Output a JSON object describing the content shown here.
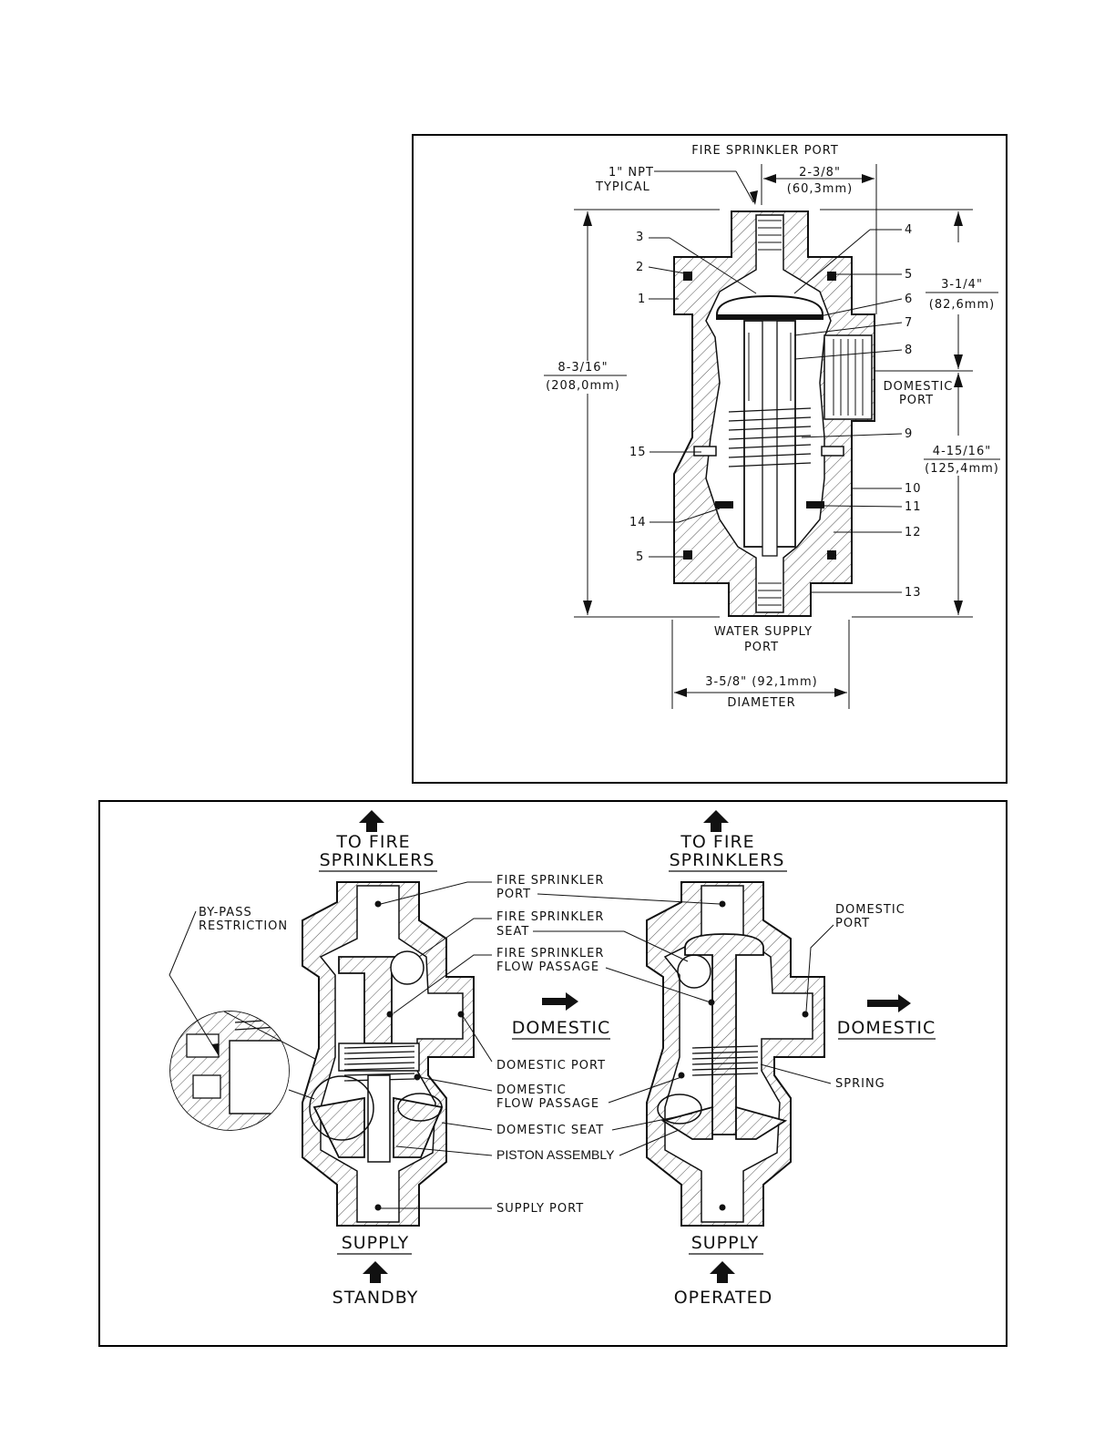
{
  "top_figure": {
    "labels": {
      "fire_sprinkler_port": "FIRE SPRINKLER PORT",
      "npt_line1": "1\" NPT",
      "npt_line2": "TYPICAL",
      "dim_width": "2-3/8\"",
      "dim_width_mm": "(60,3mm)",
      "dim_height": "8-3/16\"",
      "dim_height_mm": "(208,0mm)",
      "dim_upper": "3-1/4\"",
      "dim_upper_mm": "(82,6mm)",
      "dim_lower": "4-15/16\"",
      "dim_lower_mm": "(125,4mm)",
      "domestic_port_line1": "DOMESTIC",
      "domestic_port_line2": "PORT",
      "water_supply_line1": "WATER SUPPLY",
      "water_supply_line2": "PORT",
      "dim_diameter": "3-5/8\" (92,1mm)",
      "diameter": "DIAMETER"
    },
    "parts_left": [
      "3",
      "2",
      "1",
      "15",
      "14",
      "5"
    ],
    "parts_right": [
      "4",
      "5",
      "6",
      "7",
      "8",
      "9",
      "10",
      "11",
      "12",
      "13"
    ]
  },
  "bottom_figure": {
    "to_fire_l1": "TO FIRE",
    "to_fire_l2": "SPRINKLERS",
    "supply": "SUPPLY",
    "standby": "STANDBY",
    "operated": "OPERATED",
    "domestic": "DOMESTIC",
    "bypass_l1": "BY-PASS",
    "bypass_l2": "RESTRICTION",
    "callouts": {
      "fsp_l1": "FIRE SPRINKLER",
      "fsp_l2": "PORT",
      "fss_l1": "FIRE SPRINKLER",
      "fss_l2": "SEAT",
      "fsf_l1": "FIRE SPRINKLER",
      "fsf_l2": "FLOW PASSAGE",
      "domestic_port": "DOMESTIC PORT",
      "dfp_l1": "DOMESTIC",
      "dfp_l2": "FLOW PASSAGE",
      "domestic_seat": "DOMESTIC SEAT",
      "piston_assembly": "PISTON ASSEMBLY",
      "supply_port": "SUPPLY PORT",
      "dom_port_r_l1": "DOMESTIC",
      "dom_port_r_l2": "PORT",
      "spring": "SPRING"
    }
  }
}
